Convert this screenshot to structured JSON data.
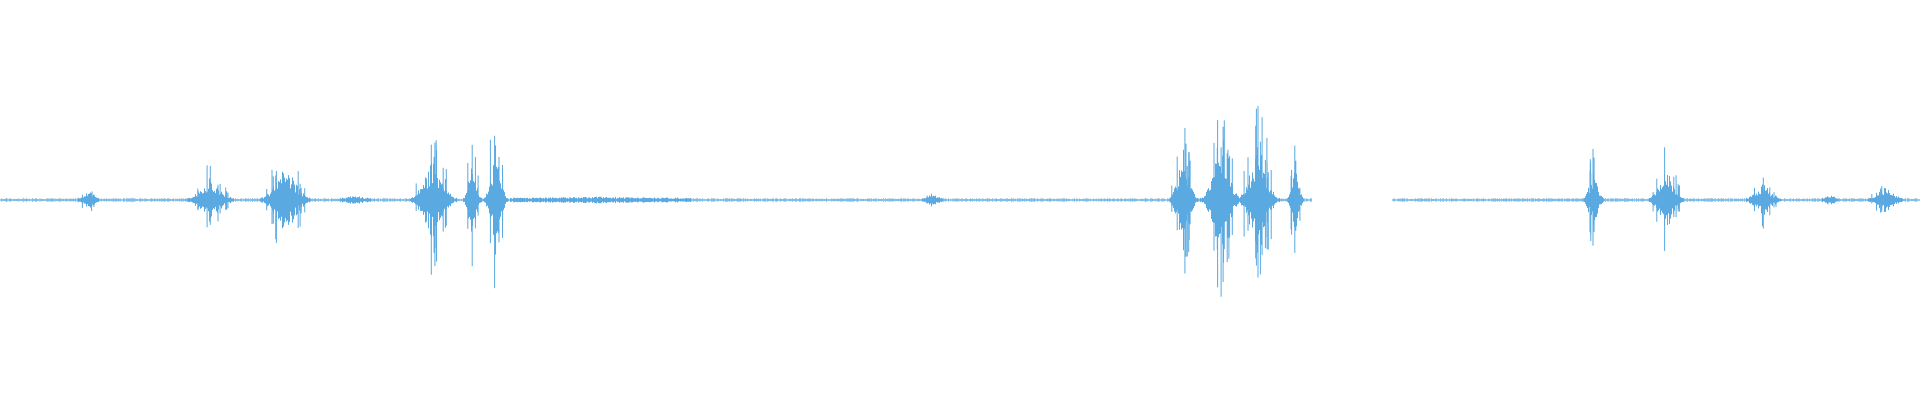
{
  "waveform": {
    "color": "#5aa9e0",
    "background": "#ffffff",
    "gaps": [
      [
        1312,
        1392
      ]
    ],
    "bursts": [
      {
        "time": 88,
        "amplitude": 0.12,
        "width": 20,
        "spikes": 4
      },
      {
        "time": 210,
        "amplitude": 0.27,
        "width": 46,
        "spikes": 8
      },
      {
        "time": 285,
        "amplitude": 0.45,
        "width": 50,
        "spikes": 9
      },
      {
        "time": 355,
        "amplitude": 0.03,
        "width": 30,
        "spikes": 3
      },
      {
        "time": 433,
        "amplitude": 0.55,
        "width": 45,
        "spikes": 9
      },
      {
        "time": 472,
        "amplitude": 0.55,
        "width": 18,
        "spikes": 4
      },
      {
        "time": 495,
        "amplitude": 0.7,
        "width": 24,
        "spikes": 5
      },
      {
        "time": 600,
        "amplitude": 0.015,
        "width": 180,
        "spikes": 6
      },
      {
        "time": 932,
        "amplitude": 0.06,
        "width": 20,
        "spikes": 3
      },
      {
        "time": 1183,
        "amplitude": 0.62,
        "width": 28,
        "spikes": 8
      },
      {
        "time": 1220,
        "amplitude": 0.74,
        "width": 40,
        "spikes": 12
      },
      {
        "time": 1258,
        "amplitude": 0.72,
        "width": 42,
        "spikes": 12
      },
      {
        "time": 1295,
        "amplitude": 0.4,
        "width": 16,
        "spikes": 5
      },
      {
        "time": 1593,
        "amplitude": 0.4,
        "width": 20,
        "spikes": 6
      },
      {
        "time": 1666,
        "amplitude": 0.42,
        "width": 34,
        "spikes": 8
      },
      {
        "time": 1763,
        "amplitude": 0.2,
        "width": 34,
        "spikes": 6
      },
      {
        "time": 1830,
        "amplitude": 0.04,
        "width": 16,
        "spikes": 3
      },
      {
        "time": 1885,
        "amplitude": 0.16,
        "width": 34,
        "spikes": 5
      }
    ]
  }
}
